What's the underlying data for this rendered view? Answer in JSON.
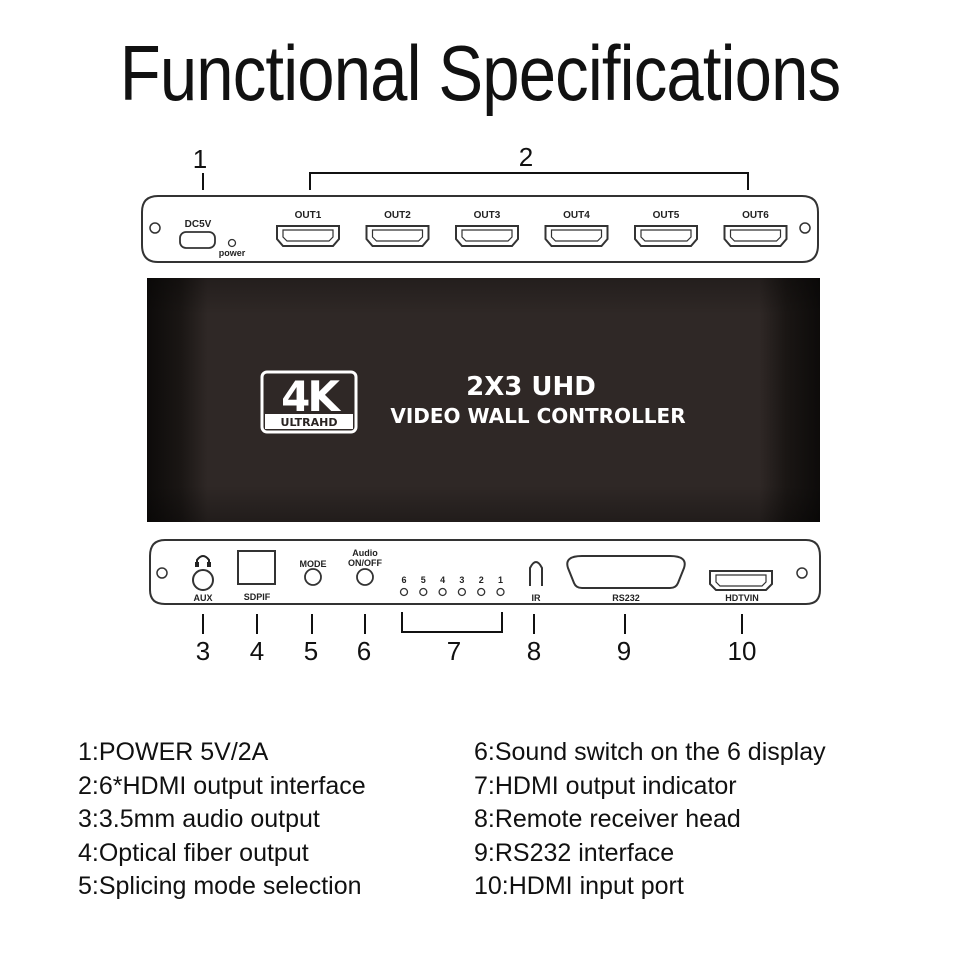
{
  "title": "Functional Specifications",
  "callouts": [
    "1",
    "2",
    "3",
    "4",
    "5",
    "6",
    "7",
    "8",
    "9",
    "10"
  ],
  "top_panel": {
    "dc_label": "DC5V",
    "power_label": "power",
    "outputs": [
      "OUT1",
      "OUT2",
      "OUT3",
      "OUT4",
      "OUT5",
      "OUT6"
    ]
  },
  "device": {
    "badge_big": "4K",
    "badge_small": "ULTRAHD",
    "line1": "2X3 UHD",
    "line2": "VIDEO WALL CONTROLLER"
  },
  "bottom_panel": {
    "aux": "AUX",
    "spdif": "SDPIF",
    "mode": "MODE",
    "audio_top": "Audio",
    "audio_bottom": "ON/OFF",
    "indicators": [
      "6",
      "5",
      "4",
      "3",
      "2",
      "1"
    ],
    "ir": "IR",
    "rs232": "RS232",
    "hdmi_in": "HDTVIN"
  },
  "legend": {
    "left": [
      "1:POWER 5V/2A",
      "2:6*HDMI output interface",
      "3:3.5mm audio output",
      "4:Optical fiber output",
      "5:Splicing mode selection"
    ],
    "right": [
      "6:Sound switch on the 6 display",
      "7:HDMI output indicator",
      "8:Remote receiver head",
      "9:RS232 interface",
      "10:HDMI input port"
    ]
  },
  "colors": {
    "ink": "#111111",
    "device_body": "#2a2422",
    "device_text": "#ffffff"
  }
}
